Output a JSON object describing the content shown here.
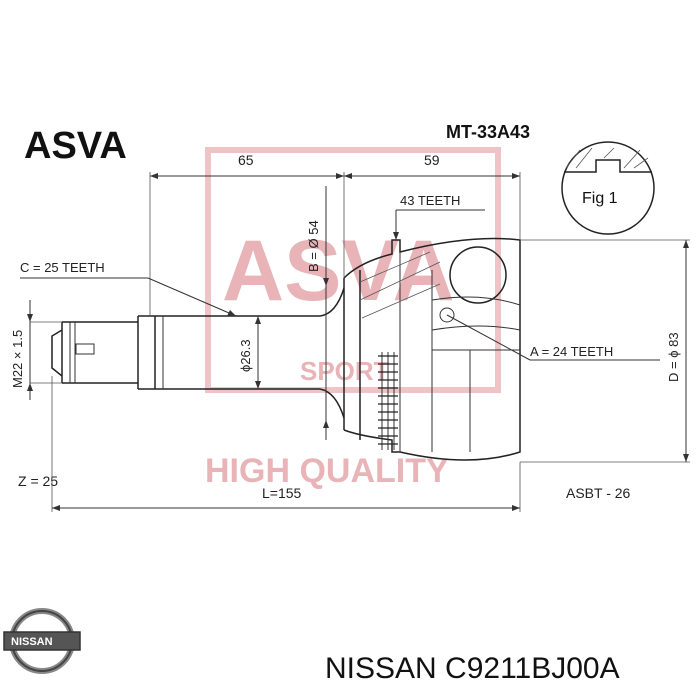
{
  "header": {
    "brand": "ASVA",
    "part_number": "MT-33A43"
  },
  "dimensions": {
    "length_left": "65",
    "length_right": "59",
    "outer_teeth": "43 TEETH",
    "b_diameter": "B = Ø 54",
    "c_teeth": "C = 25 TEETH",
    "thread": "M22 × 1.5",
    "shaft_diameter": "ϕ26.3",
    "a_teeth": "A = 24 TEETH",
    "d_diameter": "D = ϕ 83",
    "z": "Z = 25",
    "total_length": "L=155",
    "asbt": "ASBT - 26"
  },
  "fig_label": "Fig 1",
  "watermark": {
    "logo": "ASVA",
    "sub": "SPORT",
    "tagline": "HIGH QUALITY"
  },
  "footer": {
    "logo_text": "NISSAN",
    "caption": "NISSAN C9211BJ00A"
  },
  "colors": {
    "watermark": "#e8b4b8",
    "lines": "#333333"
  }
}
